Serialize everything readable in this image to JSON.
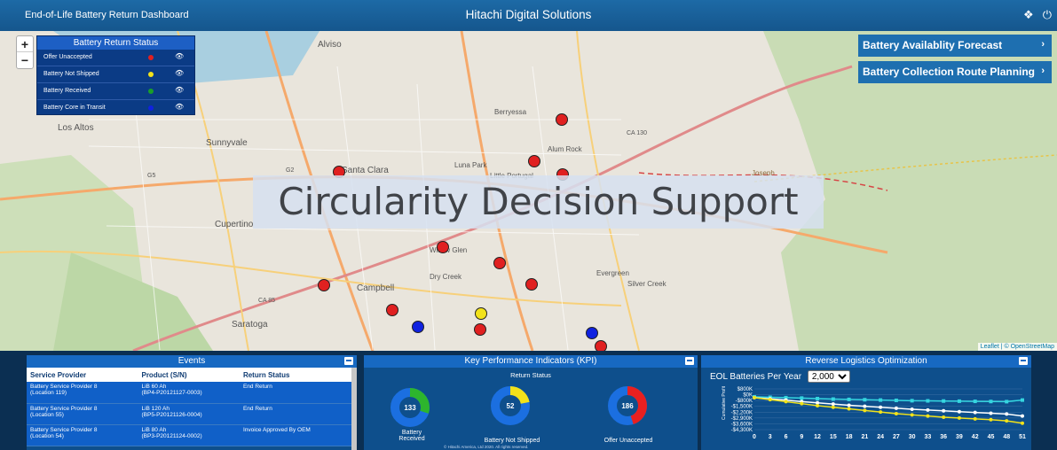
{
  "header": {
    "left_title": "End-of-Life Battery Return Dashboard",
    "center_title": "Hitachi Digital Solutions",
    "icons": [
      "home-icon",
      "power-icon"
    ]
  },
  "map": {
    "zoom_in": "+",
    "zoom_out": "−",
    "attribution": "Leaflet | © OpenStreetMap",
    "overlay_title": "Circularity Decision Support",
    "place_labels": [
      "Alviso",
      "Los Altos",
      "Sunnyvale",
      "Santa Clara",
      "Luna Park",
      "Little Portugal",
      "Berryessa",
      "Alum Rock",
      "Cupertino",
      "Willow Glen",
      "Dry Creek",
      "Campbell",
      "Evergreen",
      "Silver Creek",
      "Saratoga",
      "Joseph",
      "CA 130",
      "CA 85",
      "G2",
      "G5"
    ]
  },
  "legend": {
    "title": "Battery Return Status",
    "items": [
      {
        "label": "Offer Unaccepted",
        "color": "#e02020"
      },
      {
        "label": "Battery Not Shipped",
        "color": "#f2e21a"
      },
      {
        "label": "Battery Received",
        "color": "#1a9e2a"
      },
      {
        "label": "Battery Core in Transit",
        "color": "#1022e0"
      }
    ]
  },
  "nav_buttons": [
    {
      "label": "Battery Availablity Forecast",
      "chevron": "›"
    },
    {
      "label": "Battery Collection Route Planning",
      "chevron": "›"
    }
  ],
  "events": {
    "title": "Events",
    "columns": [
      "Service Provider",
      "Product (S/N)",
      "Return Status"
    ],
    "rows": [
      {
        "provider": "Battery Service Provider 8",
        "location": "(Location 119)",
        "product": "LiB 60 Ah",
        "sn": "(BP4-P20121127-0003)",
        "status": "End Return"
      },
      {
        "provider": "Battery Service Provider 8",
        "location": "(Location 55)",
        "product": "LiB 120 Ah",
        "sn": "(BP5-P20121126-0004)",
        "status": "End Return"
      },
      {
        "provider": "Battery Service Provider 8",
        "location": "(Location 54)",
        "product": "LiB 80 Ah",
        "sn": "(BP3-P20121124-0002)",
        "status": "Invoice Approved By OEM"
      }
    ]
  },
  "kpi": {
    "title": "Key Performance Indicators (KPI)",
    "subtitle": "Return Status",
    "donuts": [
      {
        "value": "133",
        "label": "Battery Received",
        "color": "#2db52d",
        "fraction": 0.3
      },
      {
        "value": "52",
        "label": "Battery Not Shipped",
        "color": "#f2e21a",
        "fraction": 0.22
      },
      {
        "value": "186",
        "label": "Offer Unaccepted",
        "color": "#e82020",
        "fraction": 0.45
      }
    ],
    "footer": "© Hitachi America, Ltd 2020. All rights reserved."
  },
  "rlo": {
    "title": "Reverse Logistics Optimization",
    "control_label": "EOL Batteries Per Year",
    "selected": "2,000"
  },
  "chart_data": {
    "type": "line",
    "title": "",
    "xlabel": "",
    "ylabel": "Cumulative Profit",
    "x": [
      0,
      3,
      6,
      9,
      12,
      15,
      18,
      21,
      24,
      27,
      30,
      33,
      36,
      39,
      42,
      45,
      48,
      51
    ],
    "y_tick_labels": [
      "$800K",
      "$0K",
      "-$800K",
      "-$1,500K",
      "-$2,200K",
      "-$2,900K",
      "-$3,600K",
      "-$4,300K"
    ],
    "ylim": [
      -4300,
      800
    ],
    "series": [
      {
        "color": "#35d6e0",
        "values": [
          -200,
          -250,
          -300,
          -350,
          -420,
          -480,
          -520,
          -560,
          -600,
          -640,
          -680,
          -700,
          -720,
          -740,
          -760,
          -780,
          -800,
          -600
        ]
      },
      {
        "color": "#ffffff",
        "values": [
          -300,
          -450,
          -600,
          -800,
          -950,
          -1100,
          -1250,
          -1380,
          -1500,
          -1620,
          -1750,
          -1850,
          -1950,
          -2050,
          -2150,
          -2250,
          -2350,
          -2600
        ]
      },
      {
        "color": "#f2e21a",
        "values": [
          -300,
          -550,
          -800,
          -1050,
          -1300,
          -1500,
          -1700,
          -1900,
          -2100,
          -2300,
          -2450,
          -2600,
          -2750,
          -2850,
          -2950,
          -3050,
          -3200,
          -3500
        ]
      }
    ]
  }
}
